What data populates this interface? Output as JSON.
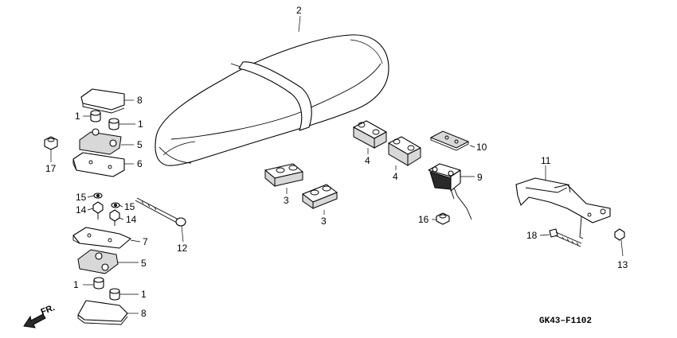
{
  "diagram": {
    "drawing_code": "GK43–F1102",
    "direction_label": "FR.",
    "callouts": {
      "seat": "2",
      "cushion_upper": "3",
      "cushion_lower": "3",
      "holder_left": "4",
      "holder_right": "4",
      "plate_10": "10",
      "hook_9": "9",
      "nut_16": "16",
      "bracket_11": "11",
      "bolt_18": "18",
      "nut_13": "13",
      "rod_12": "12",
      "nut_17": "17",
      "cover_top": "8",
      "collar_top_left": "1",
      "collar_top_right": "1",
      "hinge_top": "5",
      "hinge_plate_top": "6",
      "washer_15_left": "15",
      "bolt_14_left": "14",
      "washer_15_right": "15",
      "bolt_14_right": "14",
      "hinge_plate_bottom": "7",
      "hinge_bottom": "5",
      "collar_bottom_left": "1",
      "collar_bottom_right": "1",
      "cover_bottom": "8"
    }
  }
}
